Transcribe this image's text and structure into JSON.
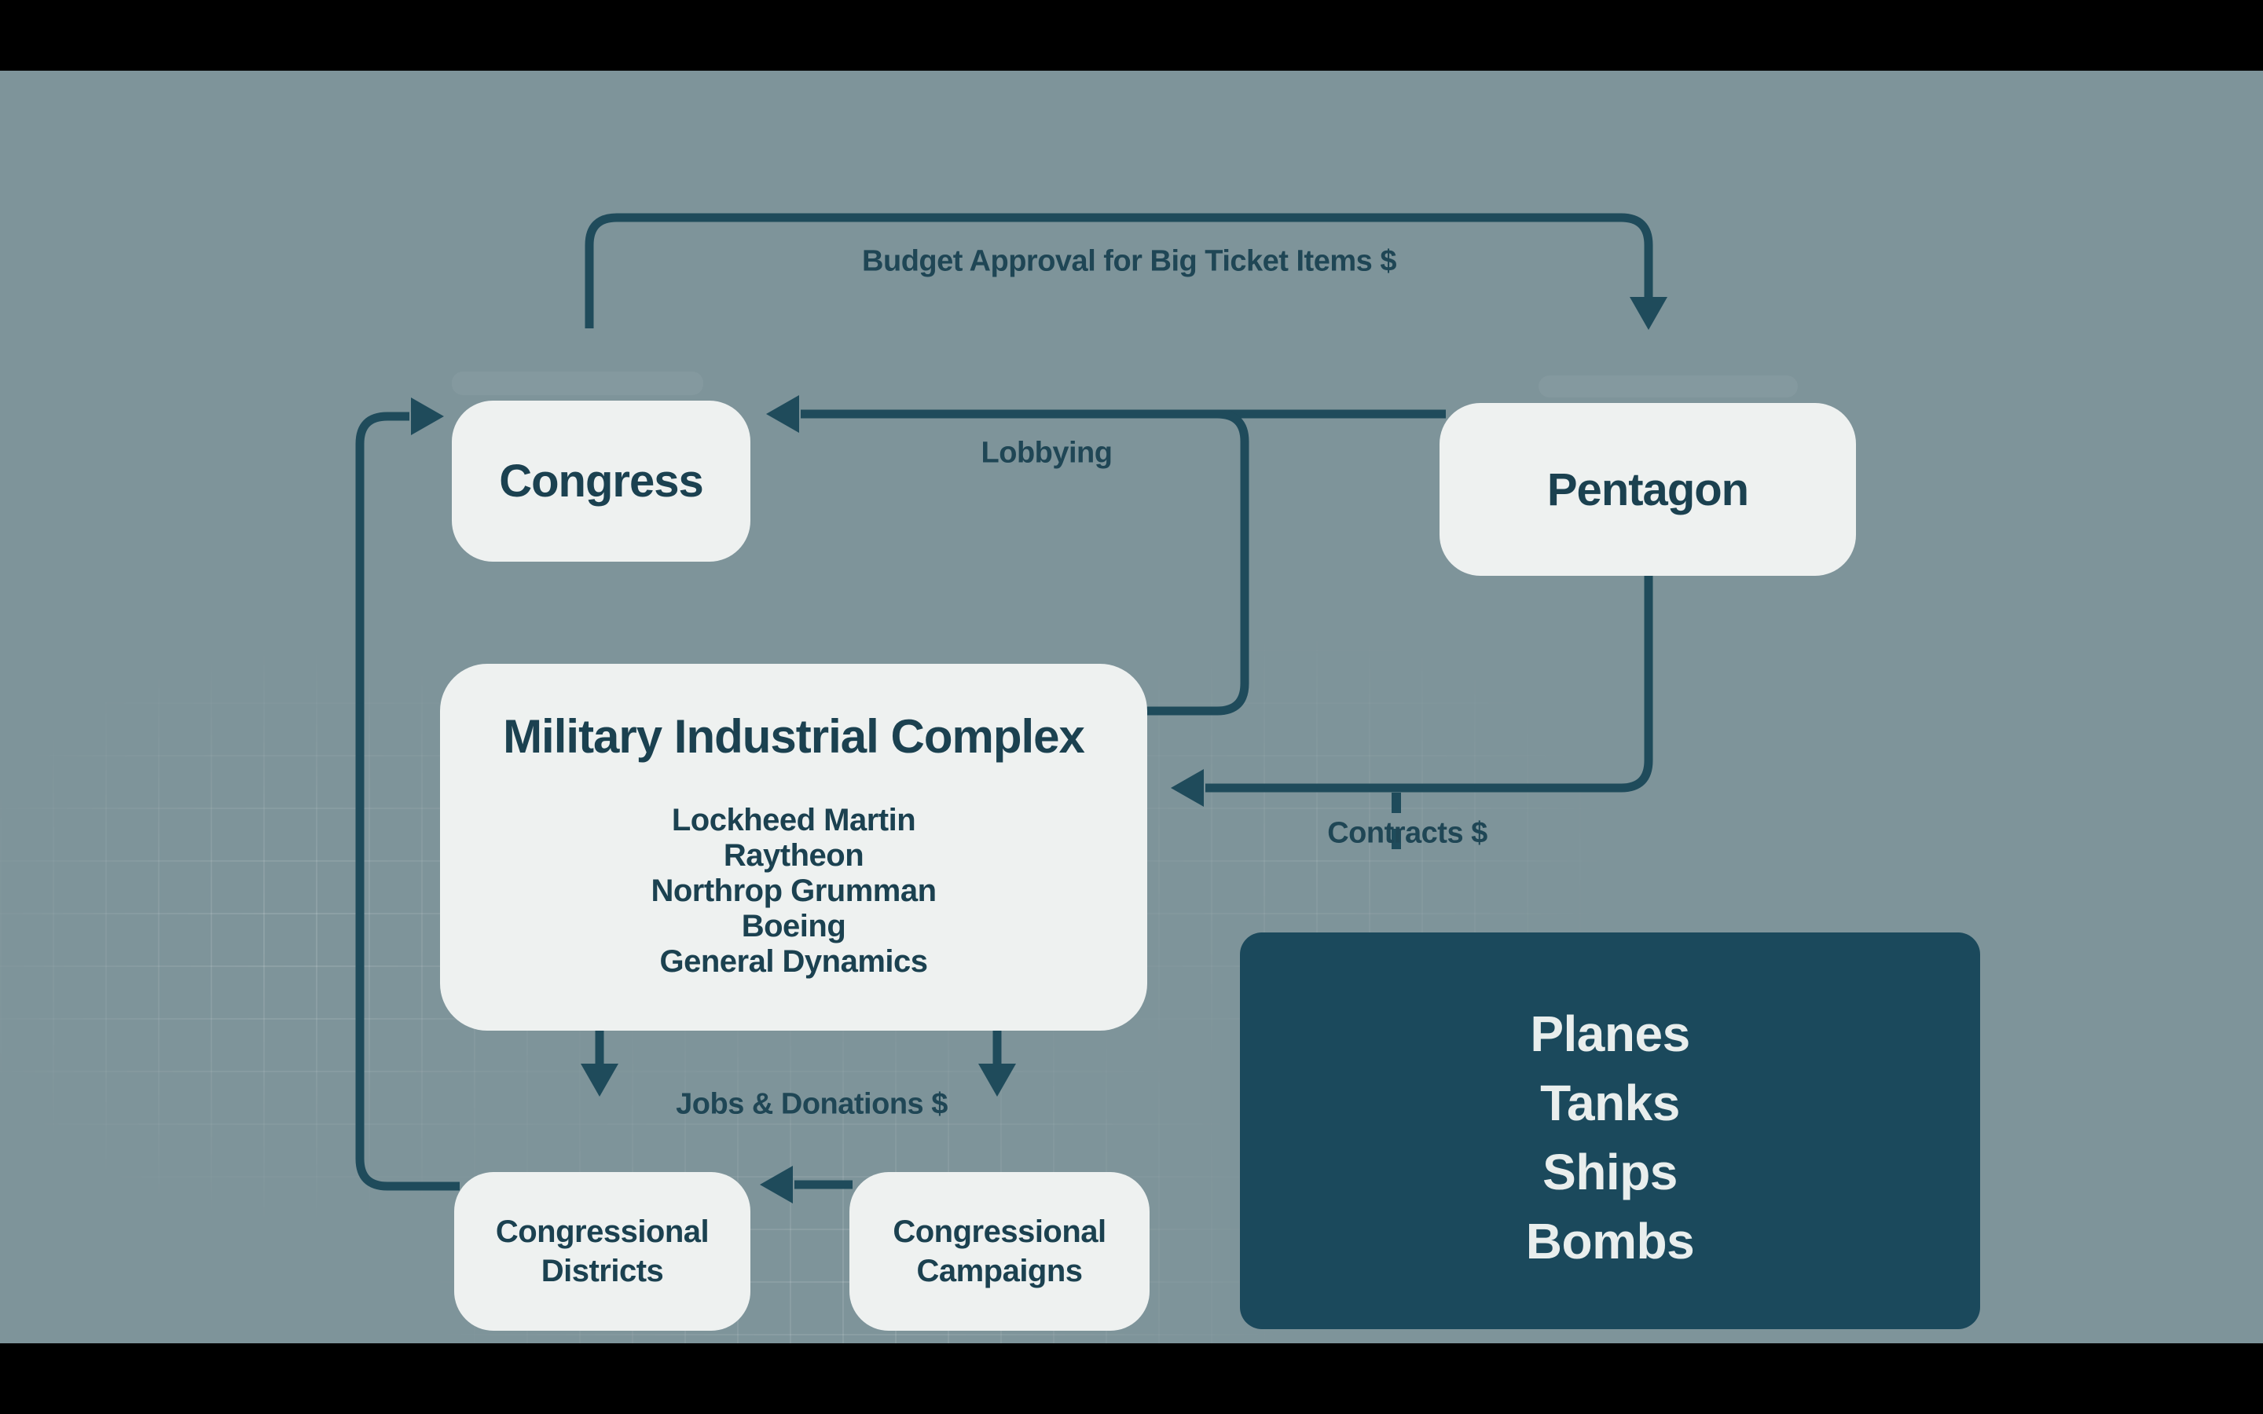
{
  "colors": {
    "background": "#7E949A",
    "letterbox": "#000000",
    "node_fill": "#EEF1F0",
    "node_text": "#1B4150",
    "line": "#1F4B5B",
    "label_text": "#1F4655",
    "dark_node_fill": "#1B495C",
    "dark_node_text": "#E9EEED"
  },
  "nodes": {
    "congress": {
      "label": "Congress"
    },
    "pentagon": {
      "label": "Pentagon"
    },
    "mic": {
      "title": "Military Industrial Complex",
      "companies": [
        "Lockheed Martin",
        "Raytheon",
        "Northrop Grumman",
        "Boeing",
        "General Dynamics"
      ]
    },
    "districts": {
      "label_line1": "Congressional",
      "label_line2": "Districts"
    },
    "campaigns": {
      "label_line1": "Congressional",
      "label_line2": "Campaigns"
    },
    "products": {
      "items": [
        "Planes",
        "Tanks",
        "Ships",
        "Bombs"
      ]
    }
  },
  "edges": {
    "budget": {
      "label": "Budget Approval for Big Ticket Items $",
      "from": "Congress",
      "to": "Pentagon"
    },
    "lobbying": {
      "label": "Lobbying",
      "from": "Pentagon / Military Industrial Complex",
      "to": "Congress"
    },
    "contracts": {
      "label": "Contracts $",
      "from": "Pentagon",
      "to": "Military Industrial Complex"
    },
    "jobs": {
      "label": "Jobs & Donations $",
      "from": "Military Industrial Complex",
      "to": "Congressional Districts / Congressional Campaigns"
    },
    "campaign_support": {
      "label": "",
      "from": "Congressional Campaigns",
      "to": "Congressional Districts"
    },
    "elect": {
      "label": "",
      "from": "Congressional Districts",
      "to": "Congress"
    },
    "output": {
      "label": "",
      "from": "Contracts $",
      "to": "Planes Tanks Ships Bombs"
    }
  }
}
